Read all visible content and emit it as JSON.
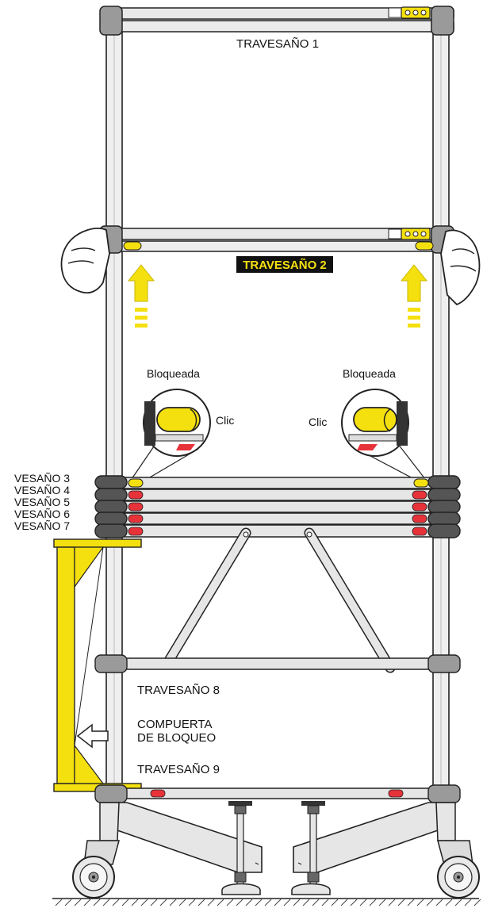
{
  "labels": {
    "rung_1": "TRAVESAÑO 1",
    "rung_2": "TRAVESAÑO 2",
    "rung_3": "VESAÑO 3",
    "rung_4": "VESAÑO 4",
    "rung_5": "VESAÑO 5",
    "rung_6": "VESAÑO 6",
    "rung_7": "VESAÑO 7",
    "rung_8": "TRAVESAÑO 8",
    "rung_9": "TRAVESAÑO 9",
    "lock_gate_line1": "COMPUERTA",
    "lock_gate_line2": "DE BLOQUEO",
    "locked_left": "Bloqueada",
    "locked_right": "Bloqueada",
    "click_left": "Clic",
    "click_right": "Clic"
  },
  "colors": {
    "accent_yellow": "#f5e00f",
    "highlight_box": "#111111",
    "latch_red": "#e8323a",
    "tube_fill": "#ececec",
    "collar_dark": "#555555"
  },
  "icons": {
    "hands": "hand-icon",
    "push_arrows": "arrow-up-icon",
    "gate_arrow": "arrow-left-icon",
    "wheels": "caster-wheel-icon"
  }
}
